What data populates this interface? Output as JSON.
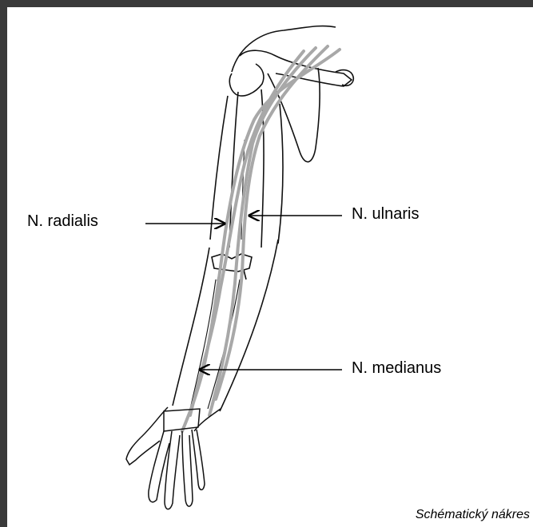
{
  "labels": {
    "radialis": "N. radialis",
    "ulnaris": "N. ulnaris",
    "medianus": "N. medianus"
  },
  "caption": "Schématický nákres",
  "colors": {
    "frame": "#3a3a3a",
    "nerve": "#a8a8a8",
    "outline": "#111111",
    "arrow": "#000000"
  }
}
